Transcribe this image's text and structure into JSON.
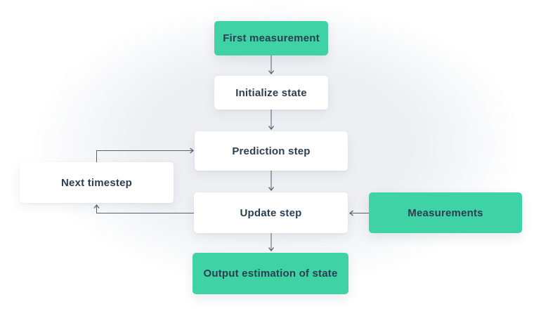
{
  "colors": {
    "accent_green": "#3ed2a4",
    "node_white": "#ffffff",
    "text": "#2c3e50",
    "connector": "#57616f",
    "background": "#ffffff",
    "background_tint": "#edeff3"
  },
  "nodes": {
    "first_measurement": {
      "label": "First measurement",
      "style": "accent"
    },
    "initialize_state": {
      "label": "Initialize state",
      "style": "plain"
    },
    "prediction_step": {
      "label": "Prediction step",
      "style": "plain"
    },
    "next_timestep": {
      "label": "Next timestep",
      "style": "plain"
    },
    "update_step": {
      "label": "Update step",
      "style": "plain"
    },
    "measurements": {
      "label": "Measurements",
      "style": "accent"
    },
    "output_estimation": {
      "label": "Output estimation of state",
      "style": "accent"
    }
  },
  "edges": [
    {
      "from": "first_measurement",
      "to": "initialize_state",
      "direction": "down"
    },
    {
      "from": "initialize_state",
      "to": "prediction_step",
      "direction": "down"
    },
    {
      "from": "prediction_step",
      "to": "update_step",
      "direction": "down"
    },
    {
      "from": "update_step",
      "to": "output_estimation",
      "direction": "down"
    },
    {
      "from": "next_timestep",
      "to": "prediction_step",
      "direction": "up-then-right"
    },
    {
      "from": "update_step",
      "to": "next_timestep",
      "direction": "left-then-up"
    },
    {
      "from": "measurements",
      "to": "update_step",
      "direction": "left"
    }
  ]
}
